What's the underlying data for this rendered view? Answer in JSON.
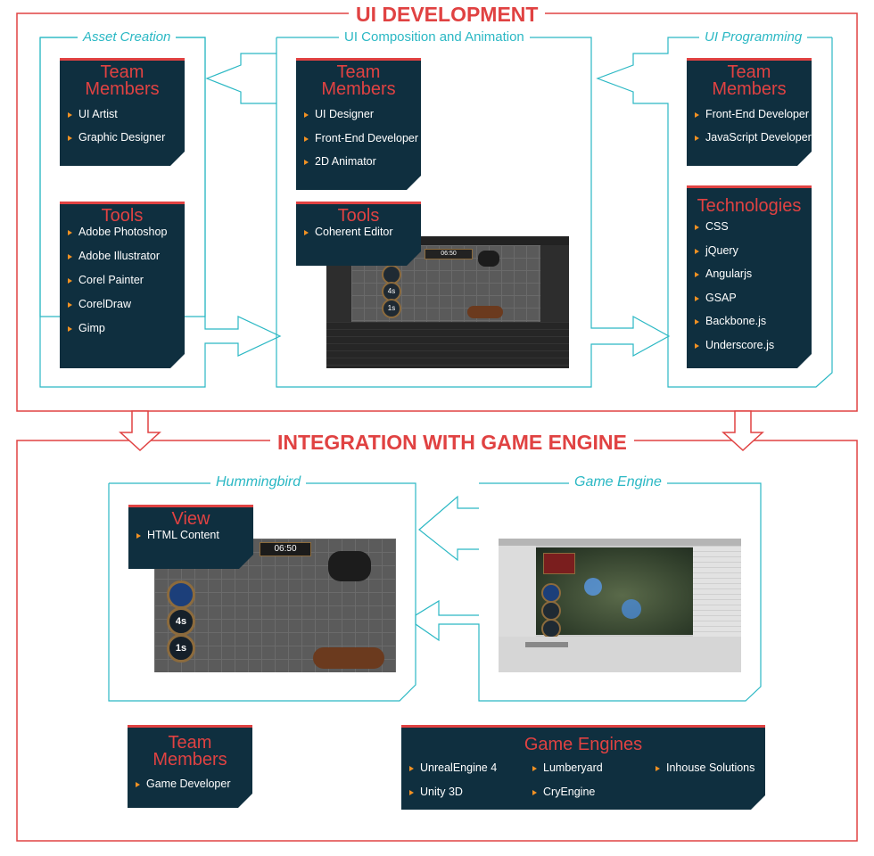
{
  "ui_development": {
    "title": "UI DEVELOPMENT",
    "asset_creation": {
      "title": "Asset Creation",
      "team": {
        "heading": "Team Members",
        "items": [
          "UI Artist",
          "Graphic Designer"
        ]
      },
      "tools": {
        "heading": "Tools",
        "items": [
          "Adobe Photoshop",
          "Adobe Illustrator",
          "Corel Painter",
          "CorelDraw",
          "Gimp"
        ]
      }
    },
    "composition": {
      "title": "UI Composition and Animation",
      "team": {
        "heading": "Team Members",
        "items": [
          "UI Designer",
          "Front-End Developer",
          "2D Animator"
        ]
      },
      "tools": {
        "heading": "Tools",
        "items": [
          "Coherent Editor"
        ]
      }
    },
    "programming": {
      "title": "UI Programming",
      "team": {
        "heading": "Team Members",
        "items": [
          "Front-End Developer",
          "JavaScript Developer"
        ]
      },
      "tech": {
        "heading": "Technologies",
        "items": [
          "CSS",
          "jQuery",
          "Angularjs",
          "GSAP",
          "Backbone.js",
          "Underscore.js"
        ]
      }
    }
  },
  "integration": {
    "title": "INTEGRATION WITH GAME ENGINE",
    "hummingbird": {
      "title": "Hummingbird",
      "view": {
        "heading": "View",
        "items": [
          "HTML Content"
        ]
      },
      "hud": {
        "timer": "06:50",
        "b1": "4s",
        "b2": "1s"
      }
    },
    "game_engine": {
      "title": "Game Engine"
    },
    "team": {
      "heading": "Team Members",
      "items": [
        "Game Developer"
      ]
    },
    "engines": {
      "heading": "Game Engines",
      "items": [
        "UnrealEngine 4",
        "Unity 3D",
        "Lumberyard",
        "CryEngine",
        "Inhouse Solutions"
      ]
    }
  },
  "editor_hud": {
    "timer": "06:50",
    "b1": "4s",
    "b2": "1s"
  },
  "colors": {
    "red": "#e04242",
    "teal": "#2bb8c4",
    "navy": "#0f2f3f",
    "orange": "#f29123"
  }
}
